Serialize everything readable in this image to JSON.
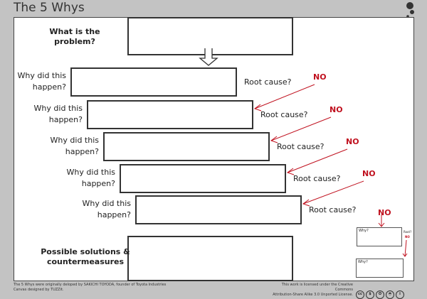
{
  "title": "The 5 Whys",
  "problem_label": "What is the problem?",
  "solutions_label": "Possible solutions & countermeasures",
  "why_label": "Why did this happen?",
  "root_label": "Root cause?",
  "no_label": "NO",
  "mini": {
    "why": "Why?",
    "root": "Root?",
    "no": "NO"
  },
  "footer": {
    "left1": "The 5 Whys were originally deloped by SAKICHI TOYODA, founder of Toyota Industries",
    "left2": "Canvas designed by TUZZit.",
    "right1": "This work is licensed under the Creative Commons",
    "right2": "Attribution-Share Alike 3.0 Unported License.",
    "license_icons": [
      "cc",
      "by",
      "sa",
      "nc",
      "attribution"
    ]
  },
  "colors": {
    "accent": "#c0111f",
    "frame": "#c3c3c3"
  }
}
